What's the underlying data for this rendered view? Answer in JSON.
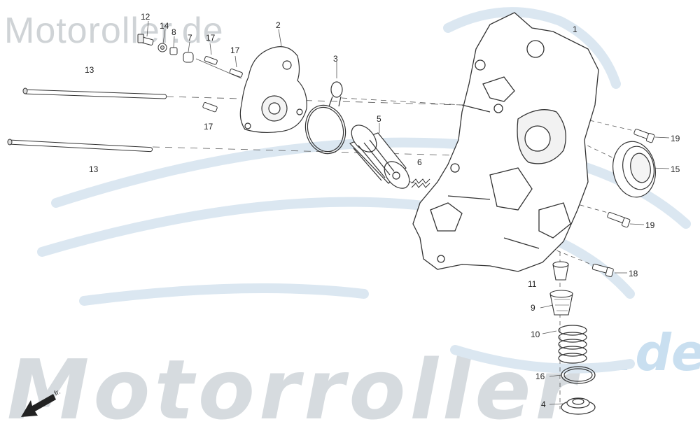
{
  "watermark": {
    "top_text": "Motoroller.de",
    "bottom_text": "Motorroller",
    "bottom_suffix": ".de"
  },
  "direction_label": "fr.",
  "callouts": [
    {
      "id": "c12",
      "text": "12"
    },
    {
      "id": "c14",
      "text": "14"
    },
    {
      "id": "c8",
      "text": "8"
    },
    {
      "id": "c7",
      "text": "7"
    },
    {
      "id": "c17a",
      "text": "17"
    },
    {
      "id": "c17b",
      "text": "17"
    },
    {
      "id": "c2",
      "text": "2"
    },
    {
      "id": "c1",
      "text": "1"
    },
    {
      "id": "c13a",
      "text": "13"
    },
    {
      "id": "c3",
      "text": "3"
    },
    {
      "id": "c17c",
      "text": "17"
    },
    {
      "id": "c5",
      "text": "5"
    },
    {
      "id": "c13b",
      "text": "13"
    },
    {
      "id": "c6",
      "text": "6"
    },
    {
      "id": "c19a",
      "text": "19"
    },
    {
      "id": "c15",
      "text": "15"
    },
    {
      "id": "c19b",
      "text": "19"
    },
    {
      "id": "c18",
      "text": "18"
    },
    {
      "id": "c11",
      "text": "11"
    },
    {
      "id": "c9",
      "text": "9"
    },
    {
      "id": "c10",
      "text": "10"
    },
    {
      "id": "c16",
      "text": "16"
    },
    {
      "id": "c4",
      "text": "4"
    }
  ],
  "colors": {
    "line": "#333333",
    "watermark_grey": "#cfd3d6",
    "watermark_blue": "#c9dff0"
  }
}
